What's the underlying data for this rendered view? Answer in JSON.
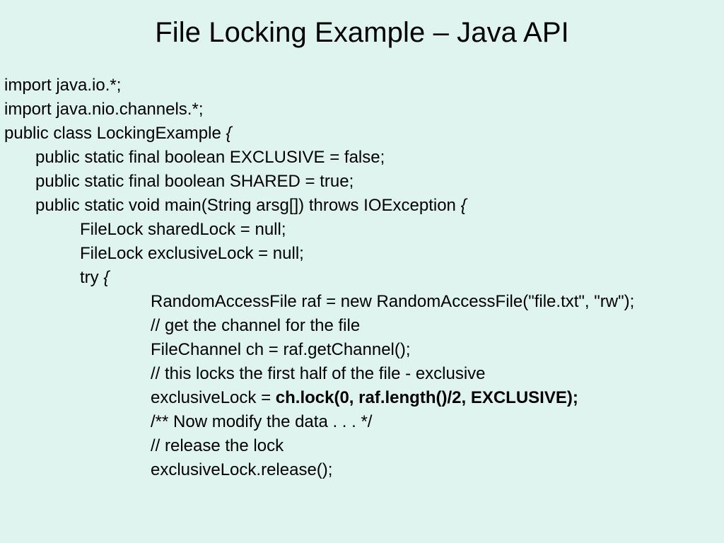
{
  "slide": {
    "title": "File Locking Example – Java API",
    "background_color": "#dff4ee",
    "text_color": "#000000",
    "code_lines": [
      {
        "indent": 0,
        "segments": [
          {
            "text": "import java.io.*;",
            "style": "normal"
          }
        ]
      },
      {
        "indent": 0,
        "segments": [
          {
            "text": "import java.nio.channels.*;",
            "style": "normal"
          }
        ]
      },
      {
        "indent": 0,
        "segments": [
          {
            "text": "public class LockingExample ",
            "style": "normal"
          },
          {
            "text": "{",
            "style": "italic"
          }
        ]
      },
      {
        "indent": 1,
        "segments": [
          {
            "text": "public static final boolean EXCLUSIVE = false;",
            "style": "normal"
          }
        ]
      },
      {
        "indent": 1,
        "segments": [
          {
            "text": "public static final boolean SHARED = true;",
            "style": "normal"
          }
        ]
      },
      {
        "indent": 1,
        "segments": [
          {
            "text": "public static void main(String arsg[]) throws IOException ",
            "style": "normal"
          },
          {
            "text": "{",
            "style": "italic"
          }
        ]
      },
      {
        "indent": 2,
        "segments": [
          {
            "text": "FileLock sharedLock = null;",
            "style": "normal"
          }
        ]
      },
      {
        "indent": 2,
        "segments": [
          {
            "text": "FileLock exclusiveLock = null;",
            "style": "normal"
          }
        ]
      },
      {
        "indent": 2,
        "segments": [
          {
            "text": "try ",
            "style": "normal"
          },
          {
            "text": "{",
            "style": "italic"
          }
        ]
      },
      {
        "indent": 3,
        "segments": [
          {
            "text": "RandomAccessFile raf = new RandomAccessFile(\"file.txt\", \"rw\");",
            "style": "normal"
          }
        ]
      },
      {
        "indent": 3,
        "segments": [
          {
            "text": "// get the channel for the file",
            "style": "normal"
          }
        ]
      },
      {
        "indent": 3,
        "segments": [
          {
            "text": "FileChannel ch = raf.getChannel();",
            "style": "normal"
          }
        ]
      },
      {
        "indent": 3,
        "segments": [
          {
            "text": "// this locks the first half of the file - exclusive",
            "style": "normal"
          }
        ]
      },
      {
        "indent": 3,
        "segments": [
          {
            "text": "exclusiveLock = ",
            "style": "normal"
          },
          {
            "text": "ch.lock(0, raf.length()/2, EXCLUSIVE);",
            "style": "bold"
          }
        ]
      },
      {
        "indent": 3,
        "segments": [
          {
            "text": "/** Now modify the data . . . */",
            "style": "normal"
          }
        ]
      },
      {
        "indent": 3,
        "segments": [
          {
            "text": "// release the lock",
            "style": "normal"
          }
        ]
      },
      {
        "indent": 3,
        "segments": [
          {
            "text": "exclusiveLock.release();",
            "style": "normal"
          }
        ]
      }
    ]
  }
}
